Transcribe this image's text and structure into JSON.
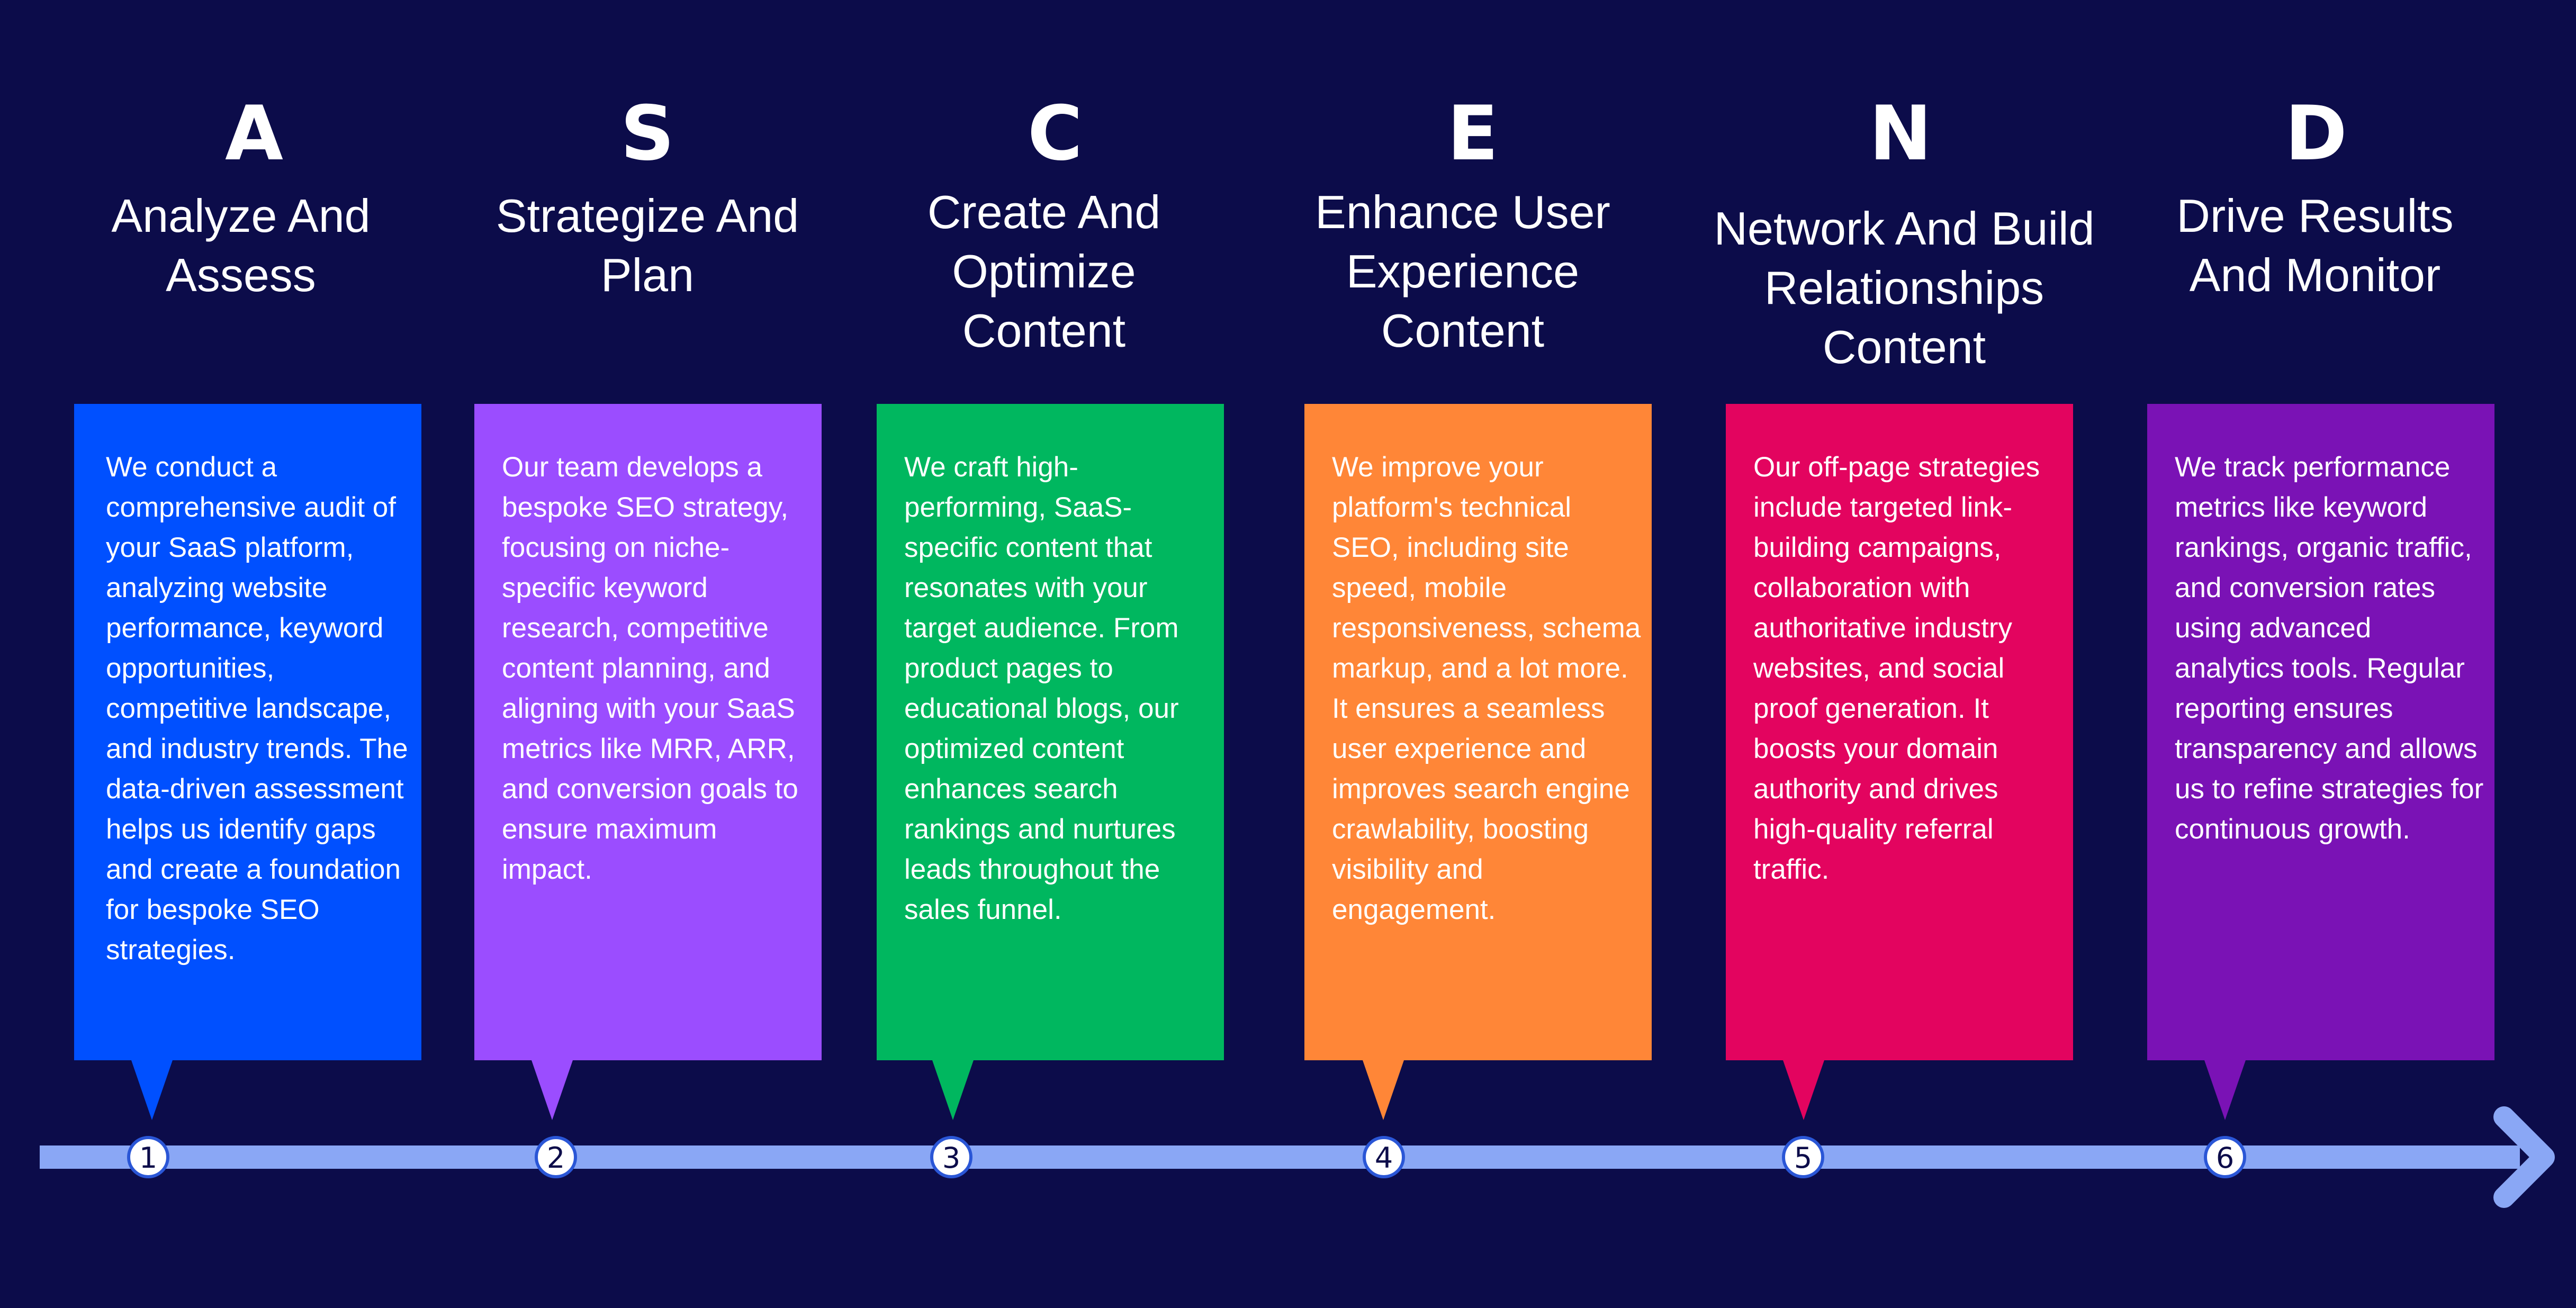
{
  "steps": [
    {
      "letter": "A",
      "title_lines": [
        "Analyze And",
        "Assess"
      ],
      "description": "We conduct a comprehensive audit of your SaaS platform, analyzing website performance, keyword opportunities, competitive landscape, and industry trends. The data-driven assessment helps us identify gaps and create a foundation for bespoke SEO strategies.",
      "color": "#0050ff",
      "number": "1"
    },
    {
      "letter": "S",
      "title_lines": [
        "Strategize And",
        "Plan"
      ],
      "description": "Our team develops a bespoke SEO strategy, focusing on niche-specific keyword research, competitive content planning, and aligning with your SaaS metrics like MRR, ARR, and conversion goals to ensure maximum impact.",
      "color": "#9b4dff",
      "number": "2"
    },
    {
      "letter": "C",
      "title_lines": [
        "Create And",
        "Optimize",
        "Content"
      ],
      "description": "We craft high-performing, SaaS-specific content that resonates with your target audience. From product pages to educational blogs, our optimized content enhances search rankings and nurtures leads throughout the sales funnel.",
      "color": "#00b75f",
      "number": "3"
    },
    {
      "letter": "E",
      "title_lines": [
        "Enhance User",
        "Experience",
        "Content"
      ],
      "description": "We improve your platform's technical SEO, including site speed, mobile responsiveness, schema markup, and a lot more. It ensures a seamless user experience and improves search engine crawlability, boosting visibility and engagement.",
      "color": "#ff8637",
      "number": "4"
    },
    {
      "letter": "N",
      "title_lines": [
        "Network And Build",
        "Relationships",
        "Content"
      ],
      "description": "Our off-page strategies include targeted link-building campaigns, collaboration with authoritative industry websites, and social proof generation. It boosts your domain authority and drives high-quality referral traffic.",
      "color": "#e3045f",
      "number": "5"
    },
    {
      "letter": "D",
      "title_lines": [
        "Drive Results",
        "And Monitor"
      ],
      "description": "We track performance metrics like keyword rankings, organic traffic, and conversion rates using advanced analytics tools. Regular reporting ensures transparency and allows us to refine strategies for continuous growth.",
      "color": "#7a12b5",
      "number": "6"
    }
  ],
  "colors": {
    "background": "#0c0c4a",
    "timeline": "#8aa7f5",
    "node_fill": "#ffffff",
    "node_stroke": "#2a56d6"
  }
}
